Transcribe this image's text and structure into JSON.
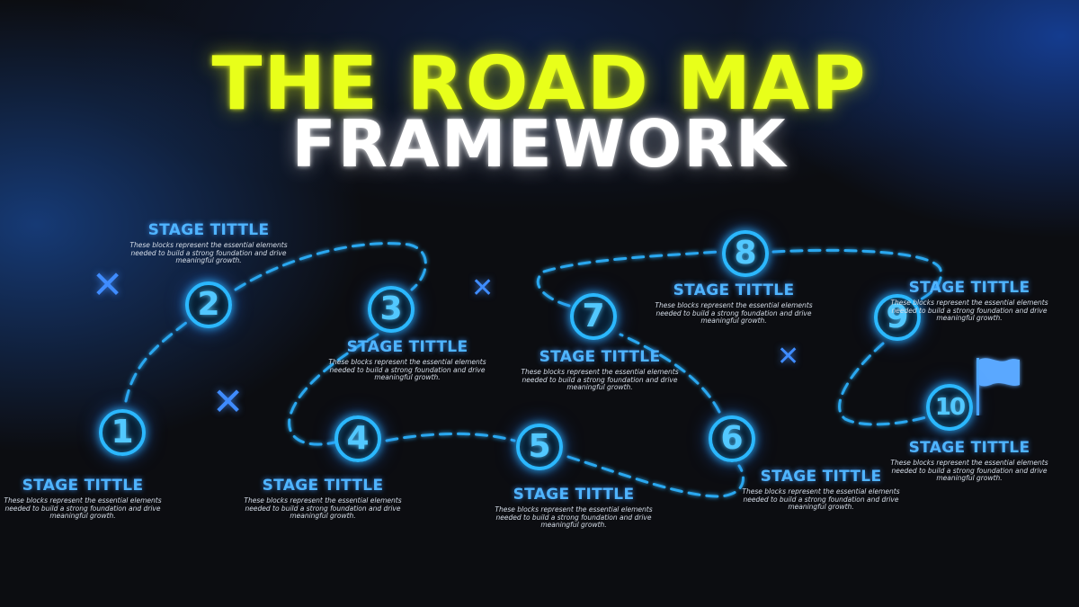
{
  "title": {
    "line1": "THE ROAD MAP",
    "line2": "FRAMEWORK"
  },
  "colors": {
    "title_accent": "#e8ff1a",
    "marker": "#2bb8ff",
    "stage_title": "#4fb4ff",
    "path": "#2aa8f0"
  },
  "stages": [
    {
      "number": "1",
      "title": "STAGE TITTLE",
      "text": "These blocks represent the essential elements needed to build a strong foundation and drive meaningful growth."
    },
    {
      "number": "2",
      "title": "STAGE TITTLE",
      "text": "These blocks represent the essential elements needed to build a strong foundation and drive meaningful growth."
    },
    {
      "number": "3",
      "title": "STAGE TITTLE",
      "text": "These blocks represent the essential elements needed to build a strong foundation and drive meaningful growth."
    },
    {
      "number": "4",
      "title": "STAGE TITTLE",
      "text": "These blocks represent the essential elements needed to build a strong foundation and drive meaningful growth."
    },
    {
      "number": "5",
      "title": "STAGE TITTLE",
      "text": "These blocks represent the essential elements needed to build a strong foundation and drive meaningful growth."
    },
    {
      "number": "6",
      "title": "STAGE TITTLE",
      "text": "These blocks represent the essential elements needed to build a strong foundation and drive meaningful growth."
    },
    {
      "number": "7",
      "title": "STAGE TITTLE",
      "text": "These blocks represent the essential elements needed to build a strong foundation and drive meaningful growth."
    },
    {
      "number": "8",
      "title": "STAGE TITTLE",
      "text": "These blocks represent the essential elements needed to build a strong foundation and drive meaningful growth."
    },
    {
      "number": "9",
      "title": "STAGE TITTLE",
      "text": "These blocks represent the essential elements needed to build a strong foundation and drive meaningful growth."
    },
    {
      "number": "10",
      "title": "STAGE TITTLE",
      "text": "These blocks represent the essential elements needed to build a strong foundation and drive meaningful growth."
    }
  ],
  "decorations": {
    "cross_icon": "x-mark-icon",
    "goal_icon": "flag-icon"
  }
}
